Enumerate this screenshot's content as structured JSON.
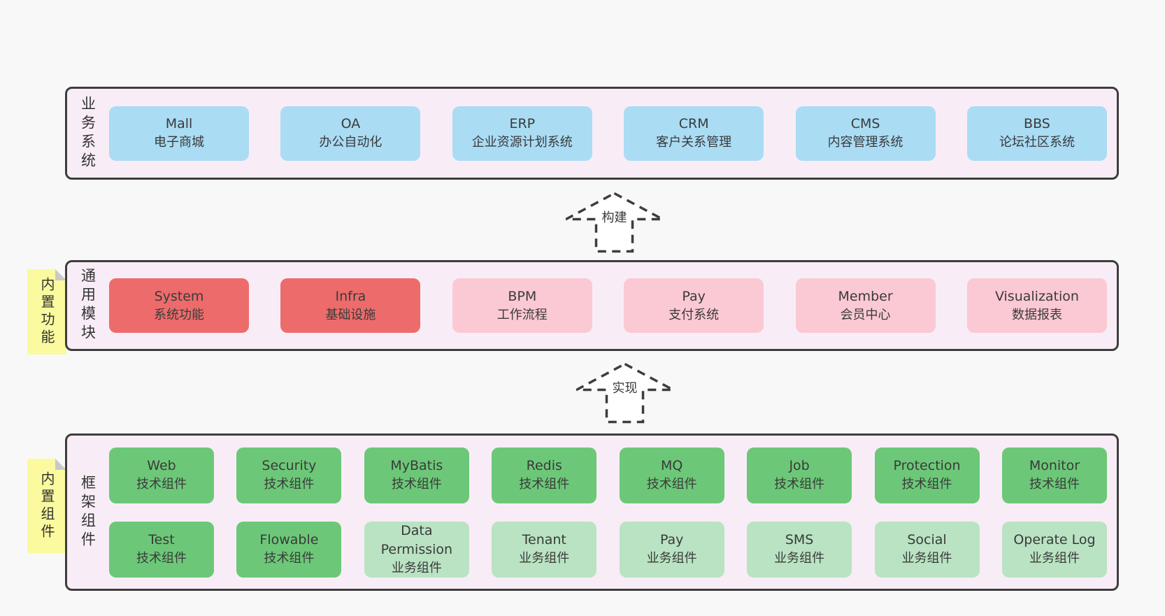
{
  "colors": {
    "page-bg": "#f8f8f8",
    "panel-bg": "#f8edf6",
    "panel-border": "#3d3d3d",
    "box-blue": "#aadcf4",
    "box-red": "#ee6b6b",
    "box-pink": "#fbc9d3",
    "box-green": "#6cc878",
    "box-green-light": "#b9e3c2",
    "sticky-yellow": "#fbfa9e",
    "sticky-fold": "#c9c9c9",
    "text": "#3a3a3a",
    "arrow-fill": "#ffffff"
  },
  "arrows": [
    {
      "label": "构建"
    },
    {
      "label": "实现"
    }
  ],
  "sections": {
    "business": {
      "label": "业务系统",
      "boxes": [
        {
          "title": "Mall",
          "subtitle": "电子商城",
          "variant": "blue"
        },
        {
          "title": "OA",
          "subtitle": "办公自动化",
          "variant": "blue"
        },
        {
          "title": "ERP",
          "subtitle": "企业资源计划系统",
          "variant": "blue"
        },
        {
          "title": "CRM",
          "subtitle": "客户关系管理",
          "variant": "blue"
        },
        {
          "title": "CMS",
          "subtitle": "内容管理系统",
          "variant": "blue"
        },
        {
          "title": "BBS",
          "subtitle": "论坛社区系统",
          "variant": "blue"
        }
      ]
    },
    "modules": {
      "label": "通用模块",
      "sticky": "内置功能",
      "boxes": [
        {
          "title": "System",
          "subtitle": "系统功能",
          "variant": "red"
        },
        {
          "title": "Infra",
          "subtitle": "基础设施",
          "variant": "red"
        },
        {
          "title": "BPM",
          "subtitle": "工作流程",
          "variant": "pink"
        },
        {
          "title": "Pay",
          "subtitle": "支付系统",
          "variant": "pink"
        },
        {
          "title": "Member",
          "subtitle": "会员中心",
          "variant": "pink"
        },
        {
          "title": "Visualization",
          "subtitle": "数据报表",
          "variant": "pink"
        }
      ]
    },
    "framework": {
      "label": "框架组件",
      "sticky": "内置组件",
      "row1": [
        {
          "title": "Web",
          "subtitle": "技术组件",
          "variant": "green"
        },
        {
          "title": "Security",
          "subtitle": "技术组件",
          "variant": "green"
        },
        {
          "title": "MyBatis",
          "subtitle": "技术组件",
          "variant": "green"
        },
        {
          "title": "Redis",
          "subtitle": "技术组件",
          "variant": "green"
        },
        {
          "title": "MQ",
          "subtitle": "技术组件",
          "variant": "green"
        },
        {
          "title": "Job",
          "subtitle": "技术组件",
          "variant": "green"
        },
        {
          "title": "Protection",
          "subtitle": "技术组件",
          "variant": "green"
        },
        {
          "title": "Monitor",
          "subtitle": "技术组件",
          "variant": "green"
        }
      ],
      "row2": [
        {
          "title": "Test",
          "subtitle": "技术组件",
          "variant": "green"
        },
        {
          "title": "Flowable",
          "subtitle": "技术组件",
          "variant": "green"
        },
        {
          "title": "Data Permission",
          "subtitle": "业务组件",
          "variant": "green-light"
        },
        {
          "title": "Tenant",
          "subtitle": "业务组件",
          "variant": "green-light"
        },
        {
          "title": "Pay",
          "subtitle": "业务组件",
          "variant": "green-light"
        },
        {
          "title": "SMS",
          "subtitle": "业务组件",
          "variant": "green-light"
        },
        {
          "title": "Social",
          "subtitle": "业务组件",
          "variant": "green-light"
        },
        {
          "title": "Operate Log",
          "subtitle": "业务组件",
          "variant": "green-light"
        }
      ]
    }
  }
}
